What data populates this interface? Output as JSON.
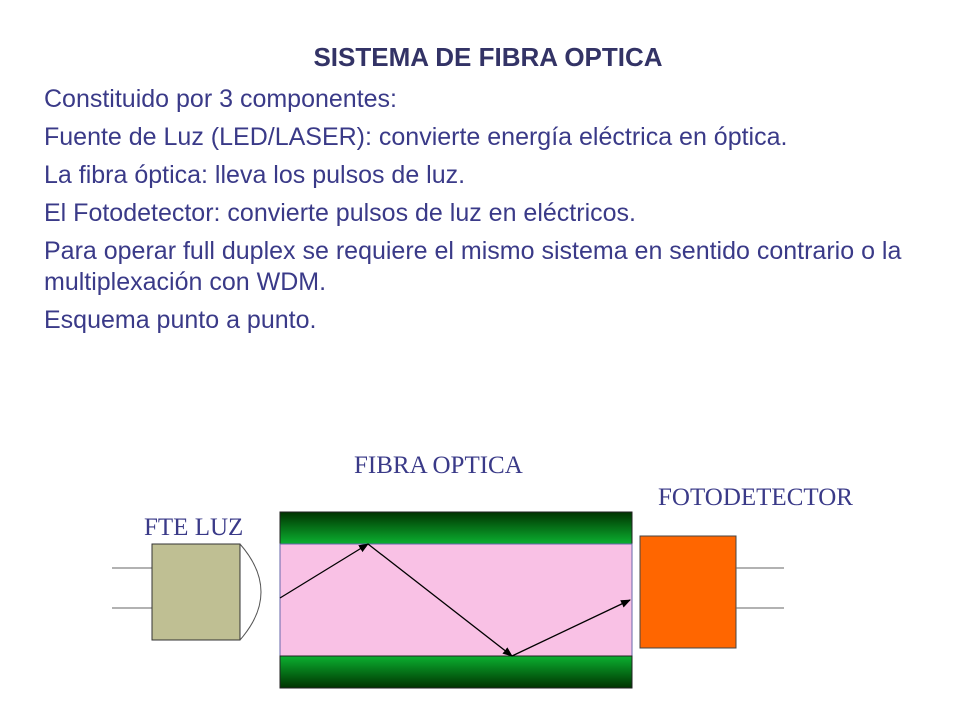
{
  "slide": {
    "title": "SISTEMA DE FIBRA OPTICA",
    "bullets": [
      "Constituido por 3 componentes:",
      "Fuente de Luz (LED/LASER): convierte energía eléctrica en óptica.",
      "La fibra óptica: lleva los pulsos de luz.",
      "El Fotodetector: convierte pulsos de luz en eléctricos.",
      "Para operar full duplex se requiere el mismo sistema en sentido contrario o la multiplexación con WDM.",
      "Esquema punto a punto."
    ]
  },
  "diagram": {
    "fiber_label": "FIBRA OPTICA",
    "source_label": "FTE LUZ",
    "detector_label": "FOTODETECTOR",
    "colors": {
      "source": "#bfbf93",
      "core": "#f9c1e5",
      "cladding": "#0a8a1e",
      "detector": "#ff6600"
    }
  }
}
